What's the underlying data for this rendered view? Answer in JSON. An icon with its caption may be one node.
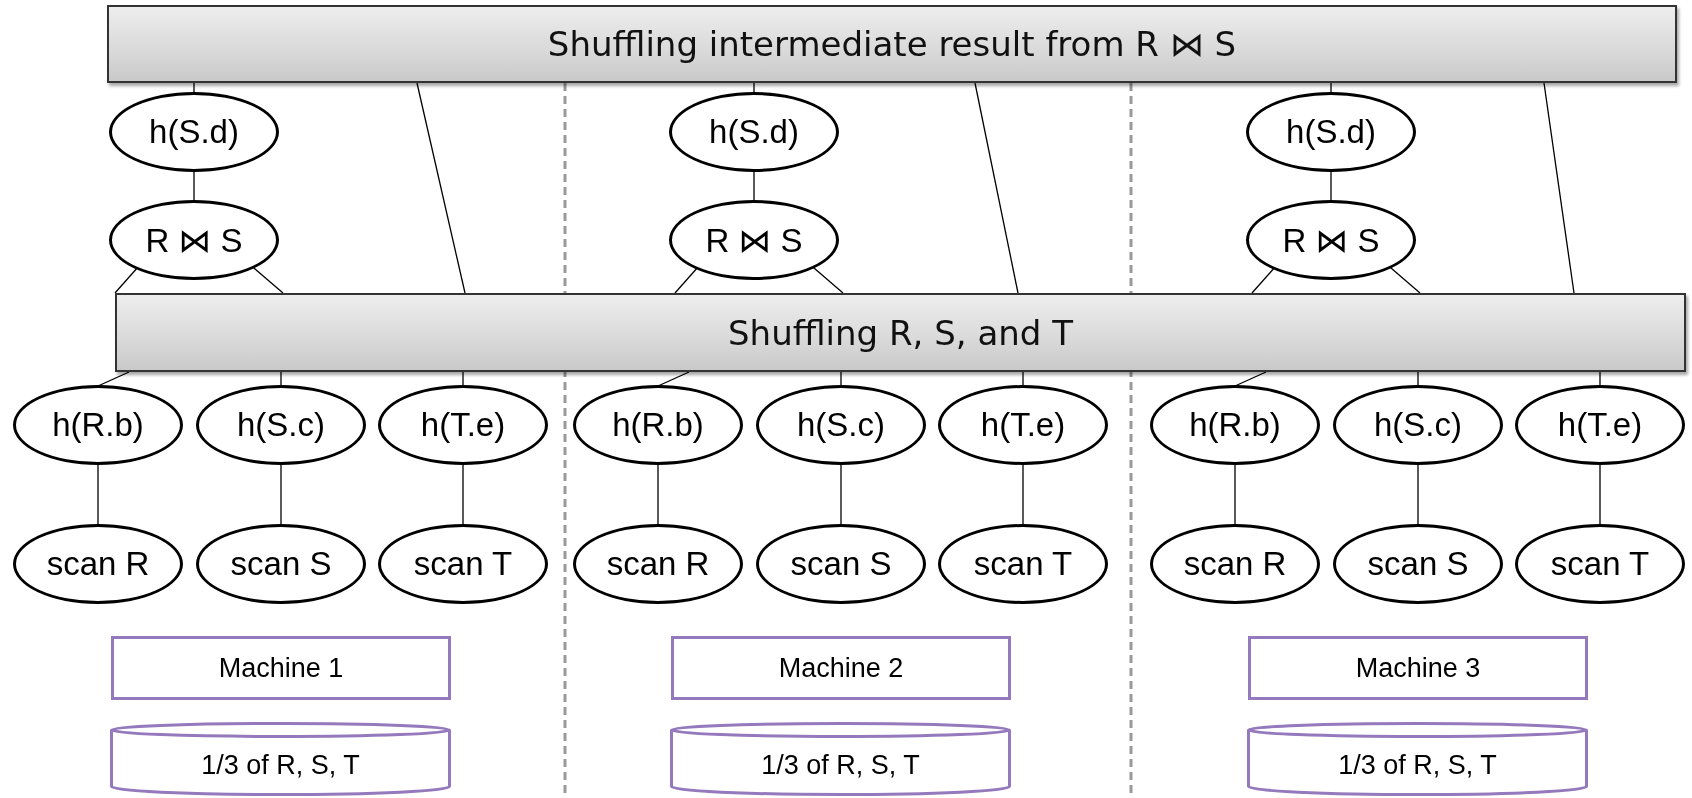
{
  "diagram": {
    "nodes": [
      {
        "text": [
          "Shuffling intermediate result from R ⋈ S"
        ]
      },
      {
        "text": [
          "h(S.d)"
        ]
      },
      {
        "text": [
          "h(S.d)"
        ]
      },
      {
        "text": [
          "h(S.d)"
        ]
      },
      {
        "text": [
          "R ⋈ S"
        ]
      },
      {
        "text": [
          "R ⋈ S"
        ]
      },
      {
        "text": [
          "R ⋈ S"
        ]
      },
      {
        "text": [
          "Shuffling R, S, and T"
        ]
      },
      {
        "text": [
          "h(R.b)"
        ]
      },
      {
        "text": [
          "h(S.c)"
        ]
      },
      {
        "text": [
          "h(T.e)"
        ]
      },
      {
        "text": [
          "h(R.b)"
        ]
      },
      {
        "text": [
          "h(S.c)"
        ]
      },
      {
        "text": [
          "h(T.e)"
        ]
      },
      {
        "text": [
          "h(R.b)"
        ]
      },
      {
        "text": [
          "h(S.c)"
        ]
      },
      {
        "text": [
          "h(T.e)"
        ]
      },
      {
        "text": [
          "scan R"
        ]
      },
      {
        "text": [
          "scan S"
        ]
      },
      {
        "text": [
          "scan T"
        ]
      },
      {
        "text": [
          "scan R"
        ]
      },
      {
        "text": [
          "scan S"
        ]
      },
      {
        "text": [
          "scan T"
        ]
      },
      {
        "text": [
          "scan R"
        ]
      },
      {
        "text": [
          "scan S"
        ]
      },
      {
        "text": [
          "scan T"
        ]
      },
      {
        "text": [
          "Machine 1"
        ]
      },
      {
        "text": [
          "Machine 2"
        ]
      },
      {
        "text": [
          "Machine 3"
        ]
      },
      {
        "text": [
          "1/3 of R, S, T"
        ]
      },
      {
        "text": [
          "1/3 of R, S, T"
        ]
      },
      {
        "text": [
          "1/3 of R, S, T"
        ]
      }
    ],
    "edges": [
      {
        "from": 0,
        "to": 1,
        "arrow": "none"
      },
      {
        "from": 1,
        "to": 4,
        "arrow": "none"
      },
      {
        "from": 4,
        "to": 7,
        "arrow": "none"
      },
      {
        "from": 4,
        "to": 7,
        "arrow": "none"
      },
      {
        "from": 0,
        "to": 7,
        "arrow": "none"
      },
      {
        "from": 7,
        "to": 8,
        "arrow": "none"
      },
      {
        "from": 7,
        "to": 9,
        "arrow": "none"
      },
      {
        "from": 7,
        "to": 10,
        "arrow": "none"
      },
      {
        "from": 8,
        "to": 17,
        "arrow": "none"
      },
      {
        "from": 9,
        "to": 18,
        "arrow": "none"
      },
      {
        "from": 10,
        "to": 19,
        "arrow": "none"
      },
      {
        "from": 0,
        "to": 2,
        "arrow": "none"
      },
      {
        "from": 2,
        "to": 5,
        "arrow": "none"
      },
      {
        "from": 5,
        "to": 7,
        "arrow": "none"
      },
      {
        "from": 5,
        "to": 7,
        "arrow": "none"
      },
      {
        "from": 0,
        "to": 7,
        "arrow": "none"
      },
      {
        "from": 7,
        "to": 11,
        "arrow": "none"
      },
      {
        "from": 7,
        "to": 12,
        "arrow": "none"
      },
      {
        "from": 7,
        "to": 13,
        "arrow": "none"
      },
      {
        "from": 11,
        "to": 20,
        "arrow": "none"
      },
      {
        "from": 12,
        "to": 21,
        "arrow": "none"
      },
      {
        "from": 13,
        "to": 22,
        "arrow": "none"
      },
      {
        "from": 0,
        "to": 3,
        "arrow": "none"
      },
      {
        "from": 3,
        "to": 6,
        "arrow": "none"
      },
      {
        "from": 6,
        "to": 7,
        "arrow": "none"
      },
      {
        "from": 6,
        "to": 7,
        "arrow": "none"
      },
      {
        "from": 0,
        "to": 7,
        "arrow": "none"
      },
      {
        "from": 7,
        "to": 14,
        "arrow": "none"
      },
      {
        "from": 7,
        "to": 15,
        "arrow": "none"
      },
      {
        "from": 7,
        "to": 16,
        "arrow": "none"
      },
      {
        "from": 14,
        "to": 23,
        "arrow": "none"
      },
      {
        "from": 15,
        "to": 24,
        "arrow": "none"
      },
      {
        "from": 16,
        "to": 25,
        "arrow": "none"
      }
    ]
  }
}
